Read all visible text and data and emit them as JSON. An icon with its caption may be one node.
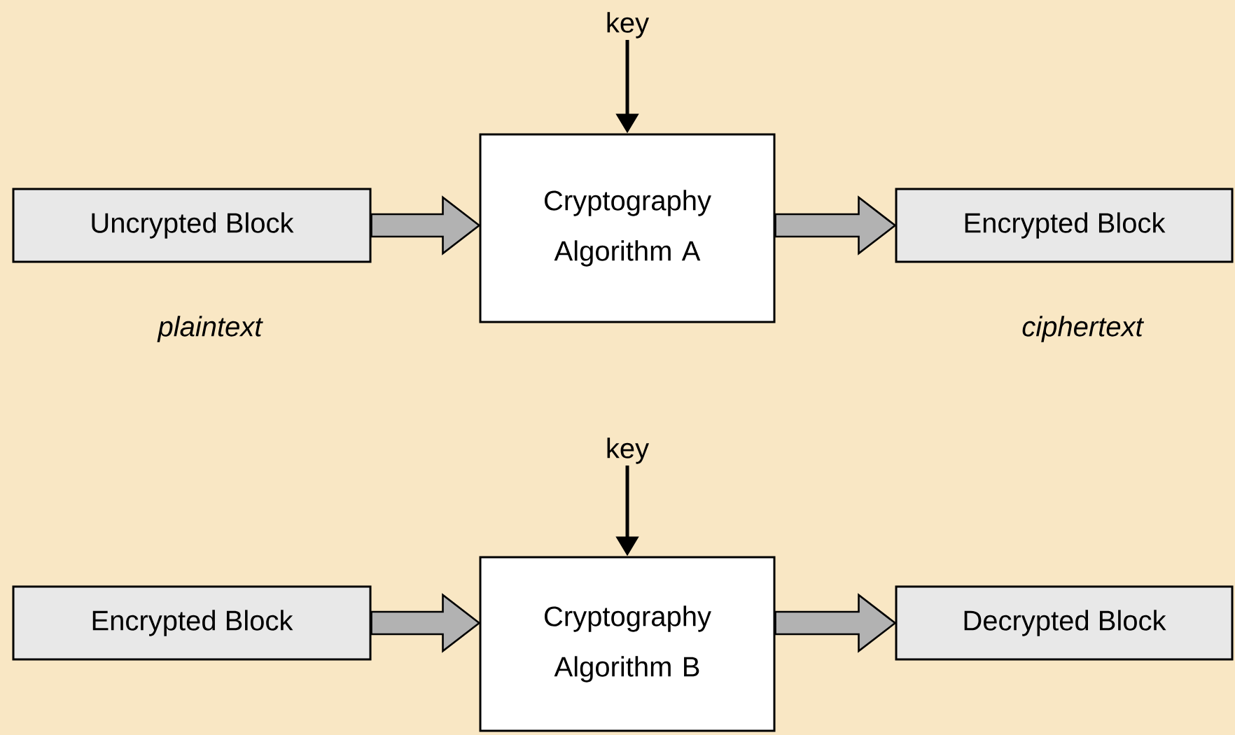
{
  "diagram": {
    "nodes": [
      {
        "text": [
          "key"
        ]
      },
      {
        "text": [
          "Uncrypted Block"
        ],
        "beside": [
          "plaintext"
        ]
      },
      {
        "text": [
          "Cryptography Algorithm A"
        ]
      },
      {
        "text": [
          "Encrypted Block"
        ],
        "beside": [
          "ciphertext"
        ]
      },
      {
        "text": [
          "key"
        ]
      },
      {
        "text": [
          "Encrypted Block"
        ]
      },
      {
        "text": [
          "Cryptography Algorithm B"
        ]
      },
      {
        "text": [
          "Decrypted Block"
        ]
      }
    ],
    "edges": [
      {
        "from": 0,
        "to": 2,
        "arrow": "to"
      },
      {
        "from": 1,
        "to": 2,
        "arrow": "to",
        "style": "thick"
      },
      {
        "from": 2,
        "to": 3,
        "arrow": "to",
        "style": "thick"
      },
      {
        "from": 4,
        "to": 6,
        "arrow": "to"
      },
      {
        "from": 5,
        "to": 6,
        "arrow": "to",
        "style": "thick"
      },
      {
        "from": 6,
        "to": 7,
        "arrow": "to",
        "style": "thick"
      }
    ]
  }
}
